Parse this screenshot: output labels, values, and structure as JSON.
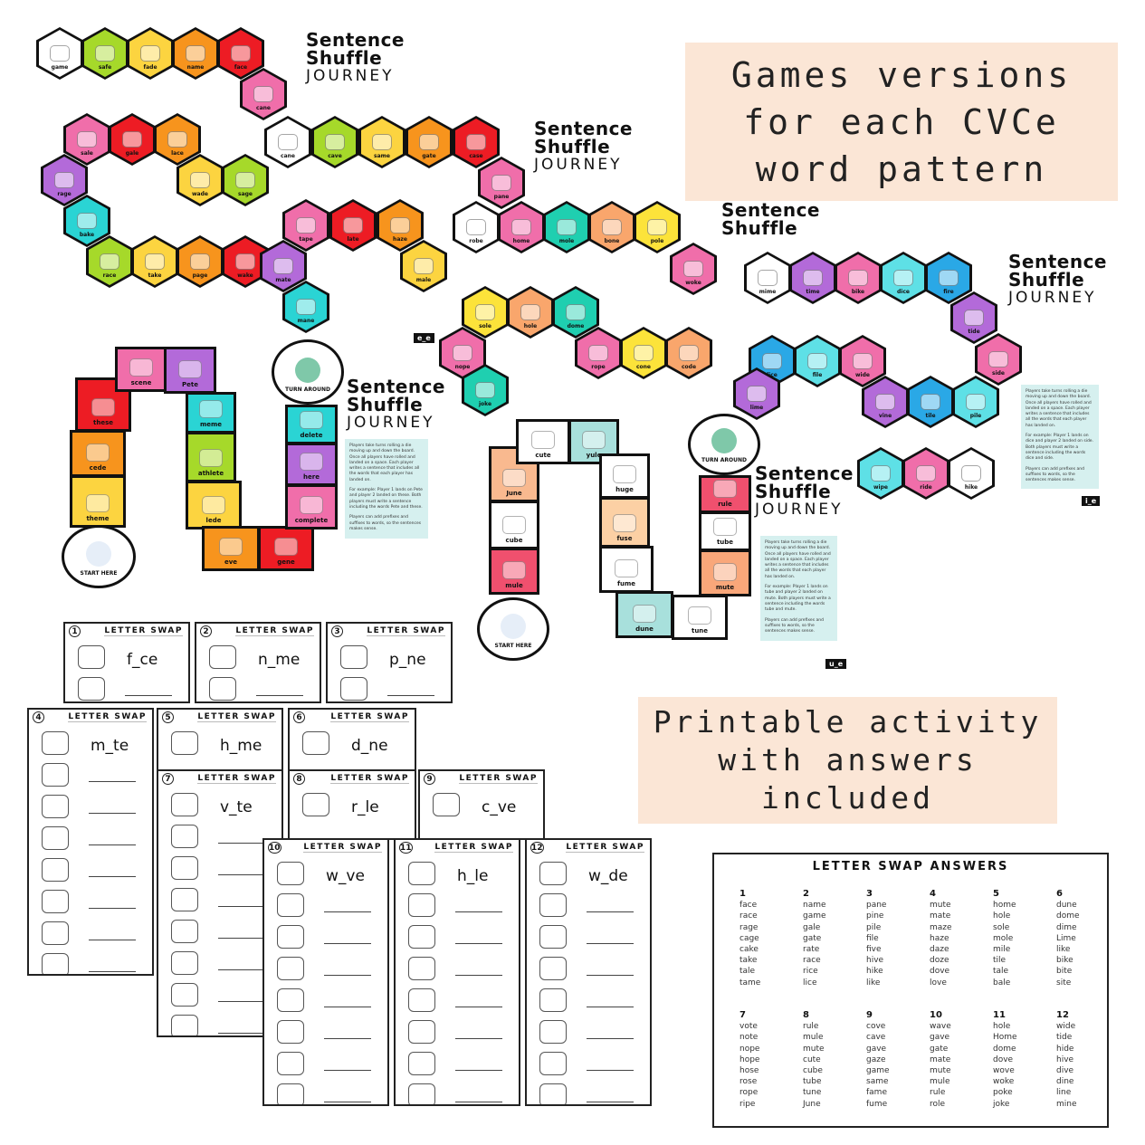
{
  "promo": {
    "games_lines": [
      "Games versions",
      "for each CVCe",
      "word pattern"
    ],
    "printable_lines": [
      "Printable activity",
      "with answers",
      "included"
    ]
  },
  "game_title": {
    "line1": "Sentence",
    "line2": "Shuffle",
    "line3": "JOURNEY"
  },
  "hex_boards": [
    {
      "tiles": [
        [
          "game",
          "#ffffff"
        ],
        [
          "safe",
          "#a6d92a"
        ],
        [
          "fade",
          "#fcd440"
        ],
        [
          "name",
          "#f7941d"
        ],
        [
          "face",
          "#ed1c24"
        ],
        [
          "cane",
          "#f06eaa"
        ],
        [
          "sale",
          "#f06eaa"
        ],
        [
          "gale",
          "#ed1c24"
        ],
        [
          "lace",
          "#f7941d"
        ],
        [
          "rage",
          "#b36ad9"
        ],
        [
          "wade",
          "#fcd440"
        ],
        [
          "sage",
          "#a6d92a"
        ],
        [
          "bake",
          "#2ad4d4"
        ],
        [
          "race",
          "#a6d92a"
        ],
        [
          "take",
          "#fcd440"
        ],
        [
          "page",
          "#f7941d"
        ],
        [
          "wake",
          "#ed1c24"
        ]
      ]
    },
    {
      "tiles": [
        [
          "cane",
          "#ffffff"
        ],
        [
          "cave",
          "#a6d92a"
        ],
        [
          "same",
          "#fcd440"
        ],
        [
          "gate",
          "#f7941d"
        ],
        [
          "case",
          "#ed1c24"
        ],
        [
          "pane",
          "#f06eaa"
        ],
        [
          "tape",
          "#f06eaa"
        ],
        [
          "late",
          "#ed1c24"
        ],
        [
          "haze",
          "#f7941d"
        ],
        [
          "male",
          "#fcd440"
        ],
        [
          "mate",
          "#b36ad9"
        ],
        [
          "mane",
          "#2ad4d4"
        ]
      ]
    },
    {
      "tiles": [
        [
          "robe",
          "#ffffff"
        ],
        [
          "home",
          "#f06eaa"
        ],
        [
          "mole",
          "#1fcfb0"
        ],
        [
          "bone",
          "#f9a66c"
        ],
        [
          "pole",
          "#fce33a"
        ],
        [
          "woke",
          "#f06eaa"
        ],
        [
          "sole",
          "#fce33a"
        ],
        [
          "hole",
          "#f9a66c"
        ],
        [
          "dome",
          "#1fcfb0"
        ],
        [
          "nope",
          "#f06eaa"
        ],
        [
          "rope",
          "#f06eaa"
        ],
        [
          "cone",
          "#fce33a"
        ],
        [
          "code",
          "#f9a66c"
        ],
        [
          "joke",
          "#1fcfb0"
        ]
      ]
    },
    {
      "tiles": [
        [
          "mime",
          "#ffffff"
        ],
        [
          "time",
          "#b36ad9"
        ],
        [
          "bike",
          "#f06eaa"
        ],
        [
          "dice",
          "#5ee0e6"
        ],
        [
          "fire",
          "#2aa8e6"
        ],
        [
          "tide",
          "#b36ad9"
        ],
        [
          "side",
          "#f06eaa"
        ],
        [
          "lice",
          "#2aa8e6"
        ],
        [
          "file",
          "#5ee0e6"
        ],
        [
          "wide",
          "#f06eaa"
        ],
        [
          "lime",
          "#b36ad9"
        ],
        [
          "vine",
          "#b36ad9"
        ],
        [
          "tile",
          "#2aa8e6"
        ],
        [
          "pile",
          "#5ee0e6"
        ],
        [
          "wipe",
          "#5ee0e6"
        ],
        [
          "ride",
          "#f06eaa"
        ],
        [
          "hike",
          "#ffffff"
        ]
      ]
    }
  ],
  "pattern_tags": {
    "e_e": "e_e",
    "i_e": "i_e",
    "u_e": "u_e"
  },
  "snake_e": {
    "start": "START HERE",
    "turn": "TURN AROUND",
    "tiles": [
      [
        "theme",
        "#fcd440"
      ],
      [
        "cede",
        "#f7941d"
      ],
      [
        "these",
        "#ed1c24"
      ],
      [
        "scene",
        "#f06eaa"
      ],
      [
        "Pete",
        "#b36ad9"
      ],
      [
        "meme",
        "#2ad4d4"
      ],
      [
        "athlete",
        "#a6d92a"
      ],
      [
        "lede",
        "#fcd440"
      ],
      [
        "eve",
        "#f7941d"
      ],
      [
        "gene",
        "#ed1c24"
      ],
      [
        "complete",
        "#f06eaa"
      ],
      [
        "here",
        "#b36ad9"
      ],
      [
        "delete",
        "#2ad4d4"
      ]
    ],
    "instructions": [
      "Players take turns rolling a die moving up and down the board. Once all players have rolled and landed on a space. Each player writes a sentence that includes all the words that each player has landed on.",
      "For example: Player 1 lands on Pete and player 2 landed on these. Both players must write a sentence including the words Pete and these.",
      "Players can add prefixes and suffixes to words, so the sentences makes sense."
    ]
  },
  "snake_u": {
    "start": "START HERE",
    "turn": "TURN AROUND",
    "tiles": [
      [
        "June",
        "#f9b98f"
      ],
      [
        "cute",
        "#ffffff"
      ],
      [
        "yule",
        "#a8e0dc"
      ],
      [
        "huge",
        "#ffffff"
      ],
      [
        "fuse",
        "#fcd0a4"
      ],
      [
        "fume",
        "#ffffff"
      ],
      [
        "dune",
        "#a8e0dc"
      ],
      [
        "tune",
        "#ffffff"
      ],
      [
        "mute",
        "#f9a77a"
      ],
      [
        "tube",
        "#ffffff"
      ],
      [
        "rule",
        "#f0506e"
      ],
      [
        "cube",
        "#ffffff"
      ],
      [
        "mule",
        "#f0506e"
      ]
    ],
    "instructions": [
      "Players take turns rolling a die moving up and down the board. Once all players have rolled and landed on a space. Each player writes a sentence that includes all the words that each player has landed on.",
      "For example: Player 1 lands on tube and player 2 landed on mute. Both players must write a sentence including the words tube and mute.",
      "Players can add prefixes and suffixes to words, so the sentences makes sense."
    ]
  },
  "i_instructions": [
    "Players take turns rolling a die moving up and down the board. Once all players have rolled and landed on a space. Each player writes a sentence that includes all the words that each player has landed on.",
    "For example: Player 1 lands on dice and player 2 landed on side. Both players must write a sentence including the words dice and side.",
    "Players can add prefixes and suffixes to words, so the sentences makes sense."
  ],
  "letter_swap": {
    "header": "LETTER SWAP",
    "cards": [
      {
        "num": "1",
        "word": "f_ce"
      },
      {
        "num": "2",
        "word": "n_me"
      },
      {
        "num": "3",
        "word": "p_ne"
      },
      {
        "num": "4",
        "word": "m_te"
      },
      {
        "num": "5",
        "word": "h_me"
      },
      {
        "num": "6",
        "word": "d_ne"
      },
      {
        "num": "7",
        "word": "v_te"
      },
      {
        "num": "8",
        "word": "r_le"
      },
      {
        "num": "9",
        "word": "c_ve"
      },
      {
        "num": "10",
        "word": "w_ve"
      },
      {
        "num": "11",
        "word": "h_le"
      },
      {
        "num": "12",
        "word": "w_de"
      }
    ]
  },
  "answers": {
    "title": "LETTER SWAP ANSWERS",
    "groups": [
      {
        "num": "1",
        "words": [
          "face",
          "race",
          "rage",
          "cage",
          "cake",
          "take",
          "tale",
          "tame"
        ]
      },
      {
        "num": "2",
        "words": [
          "name",
          "game",
          "gale",
          "gate",
          "rate",
          "race",
          "rice",
          "lice"
        ]
      },
      {
        "num": "3",
        "words": [
          "pane",
          "pine",
          "pile",
          "file",
          "five",
          "hive",
          "hike",
          "like"
        ]
      },
      {
        "num": "4",
        "words": [
          "mute",
          "mate",
          "maze",
          "haze",
          "daze",
          "doze",
          "dove",
          "love"
        ]
      },
      {
        "num": "5",
        "words": [
          "home",
          "hole",
          "sole",
          "mole",
          "mile",
          "tile",
          "tale",
          "bale"
        ]
      },
      {
        "num": "6",
        "words": [
          "dune",
          "dome",
          "dime",
          "Lime",
          "like",
          "bike",
          "bite",
          "site"
        ]
      },
      {
        "num": "7",
        "words": [
          "vote",
          "note",
          "nope",
          "hope",
          "hose",
          "rose",
          "rope",
          "ripe"
        ]
      },
      {
        "num": "8",
        "words": [
          "rule",
          "mule",
          "mute",
          "cute",
          "cube",
          "tube",
          "tune",
          "June"
        ]
      },
      {
        "num": "9",
        "words": [
          "cove",
          "cave",
          "gave",
          "gaze",
          "game",
          "same",
          "fame",
          "fume"
        ]
      },
      {
        "num": "10",
        "words": [
          "wave",
          "gave",
          "gate",
          "mate",
          "mute",
          "mule",
          "rule",
          "role"
        ]
      },
      {
        "num": "11",
        "words": [
          "hole",
          "Home",
          "dome",
          "dove",
          "wove",
          "woke",
          "poke",
          "joke"
        ]
      },
      {
        "num": "12",
        "words": [
          "wide",
          "tide",
          "hide",
          "hive",
          "dive",
          "dine",
          "line",
          "mine"
        ]
      }
    ]
  }
}
